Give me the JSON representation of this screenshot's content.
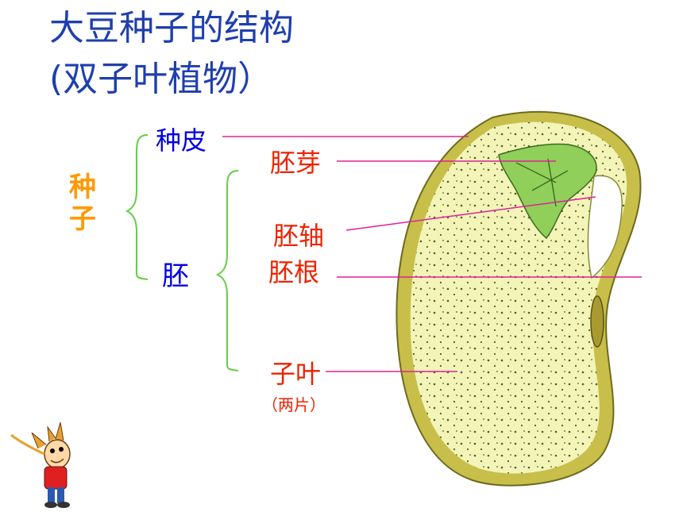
{
  "title": {
    "line1": "大豆种子的结构",
    "line2": "(双子叶植物）"
  },
  "labels": {
    "seed": "种子",
    "seed_coat": "种皮",
    "embryo": "胚",
    "plumule": "胚芽",
    "hypocotyl": "胚轴",
    "radicle": "胚根",
    "cotyledon": "子叶",
    "cotyledon_note": "（两片）"
  },
  "colors": {
    "title": "#1f3fae",
    "seed_label": "#ff9900",
    "category_label": "#0000e0",
    "part_label": "#ee2200",
    "bracket": "#66cc44",
    "pointer_line": "#e0209a",
    "seed_coat_fill": "#c8bf4a",
    "cotyledon_fill": "#f2f4b8",
    "plumule_fill": "#8fcf5a"
  },
  "icons": {
    "mascot": "cartoon-boy-icon"
  }
}
